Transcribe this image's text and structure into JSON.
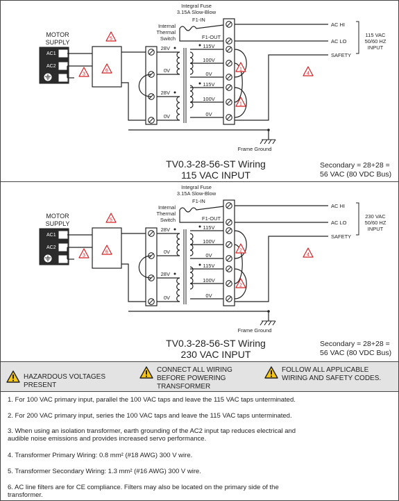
{
  "diagrams": [
    {
      "fuse_title": "Integral Fuse",
      "fuse_rating": "3.15A Slow-Blow",
      "f1_in": "F1-IN",
      "f1_out": "F1-OUT",
      "thermal_switch": [
        "Internal",
        "Thermal",
        "Switch"
      ],
      "motor_supply": [
        "MOTOR",
        "SUPPLY"
      ],
      "ac1": "AC1",
      "ac2": "AC2",
      "ac_hi": "AC HI",
      "ac_lo": "AC LO",
      "safety": "SAFETY",
      "input_spec": [
        "115 VAC",
        "50/60 HZ",
        "INPUT"
      ],
      "secondary_taps": [
        "28V",
        "0V",
        "28V",
        "0V"
      ],
      "primary_taps": [
        "115V",
        "100V",
        "0V",
        "115V",
        "100V",
        "0V"
      ],
      "frame_ground": "Frame Ground",
      "title_line1": "TV0.3-28-56-ST Wiring",
      "title_line2": "115 VAC INPUT",
      "secondary_line1": "Secondary = 28+28 =",
      "secondary_line2": "56 VAC (80 VDC Bus)",
      "note_markers": [
        "5",
        "6",
        "3",
        "1",
        "1",
        "4"
      ]
    },
    {
      "fuse_title": "Integral Fuse",
      "fuse_rating": "3.15A Slow-Blow",
      "f1_in": "F1-IN",
      "f1_out": "F1-OUT",
      "thermal_switch": [
        "Internal",
        "Thermal",
        "Switch"
      ],
      "motor_supply": [
        "MOTOR",
        "SUPPLY"
      ],
      "ac1": "AC1",
      "ac2": "AC2",
      "ac_hi": "AC HI",
      "ac_lo": "AC LO",
      "safety": "SAFETY",
      "input_spec": [
        "230 VAC",
        "50/60 HZ",
        "INPUT"
      ],
      "secondary_taps": [
        "28V",
        "0V",
        "28V",
        "0V"
      ],
      "primary_taps": [
        "115V",
        "100V",
        "0V",
        "115V",
        "100V",
        "0V"
      ],
      "frame_ground": "Frame Ground",
      "title_line1": "TV0.3-28-56-ST Wiring",
      "title_line2": "230 VAC INPUT",
      "secondary_line1": "Secondary = 28+28 =",
      "secondary_line2": "56 VAC (80 VDC Bus)",
      "note_markers": [
        "5",
        "6",
        "3",
        "2",
        "2",
        "4"
      ]
    }
  ],
  "warnings": [
    {
      "icon": "warning-icon",
      "text": "HAZARDOUS VOLTAGES PRESENT"
    },
    {
      "icon": "warning-icon",
      "text": "CONNECT ALL WIRING BEFORE POWERING TRANSFORMER"
    },
    {
      "icon": "warning-icon",
      "text": "FOLLOW ALL APPLICABLE WIRING AND SAFETY CODES."
    }
  ],
  "notes": [
    "1. For 100 VAC primary input, parallel the 100 VAC taps and leave the 115 VAC taps unterminated.",
    "2. For 200 VAC primary input, series the 100 VAC taps and leave the 115 VAC taps unterminated.",
    "3. When using an isolation transformer, earth grounding of the AC2 input tap reduces electrical and audible noise emissions and provides increased servo performance.",
    "4. Transformer Primary Wiring: 0.8 mm² (#18 AWG) 300 V wire.",
    "5. Transformer Secondary Wiring: 1.3 mm² (#16 AWG) 300 V wire.",
    "6. AC line filters are for CE compliance. Filters may also be located on the primary side of the transformer."
  ],
  "colors": {
    "warning_red": "#d42020",
    "warning_yellow": "#f5c518",
    "bar_gray": "#e3e3e3",
    "line": "#222222"
  }
}
